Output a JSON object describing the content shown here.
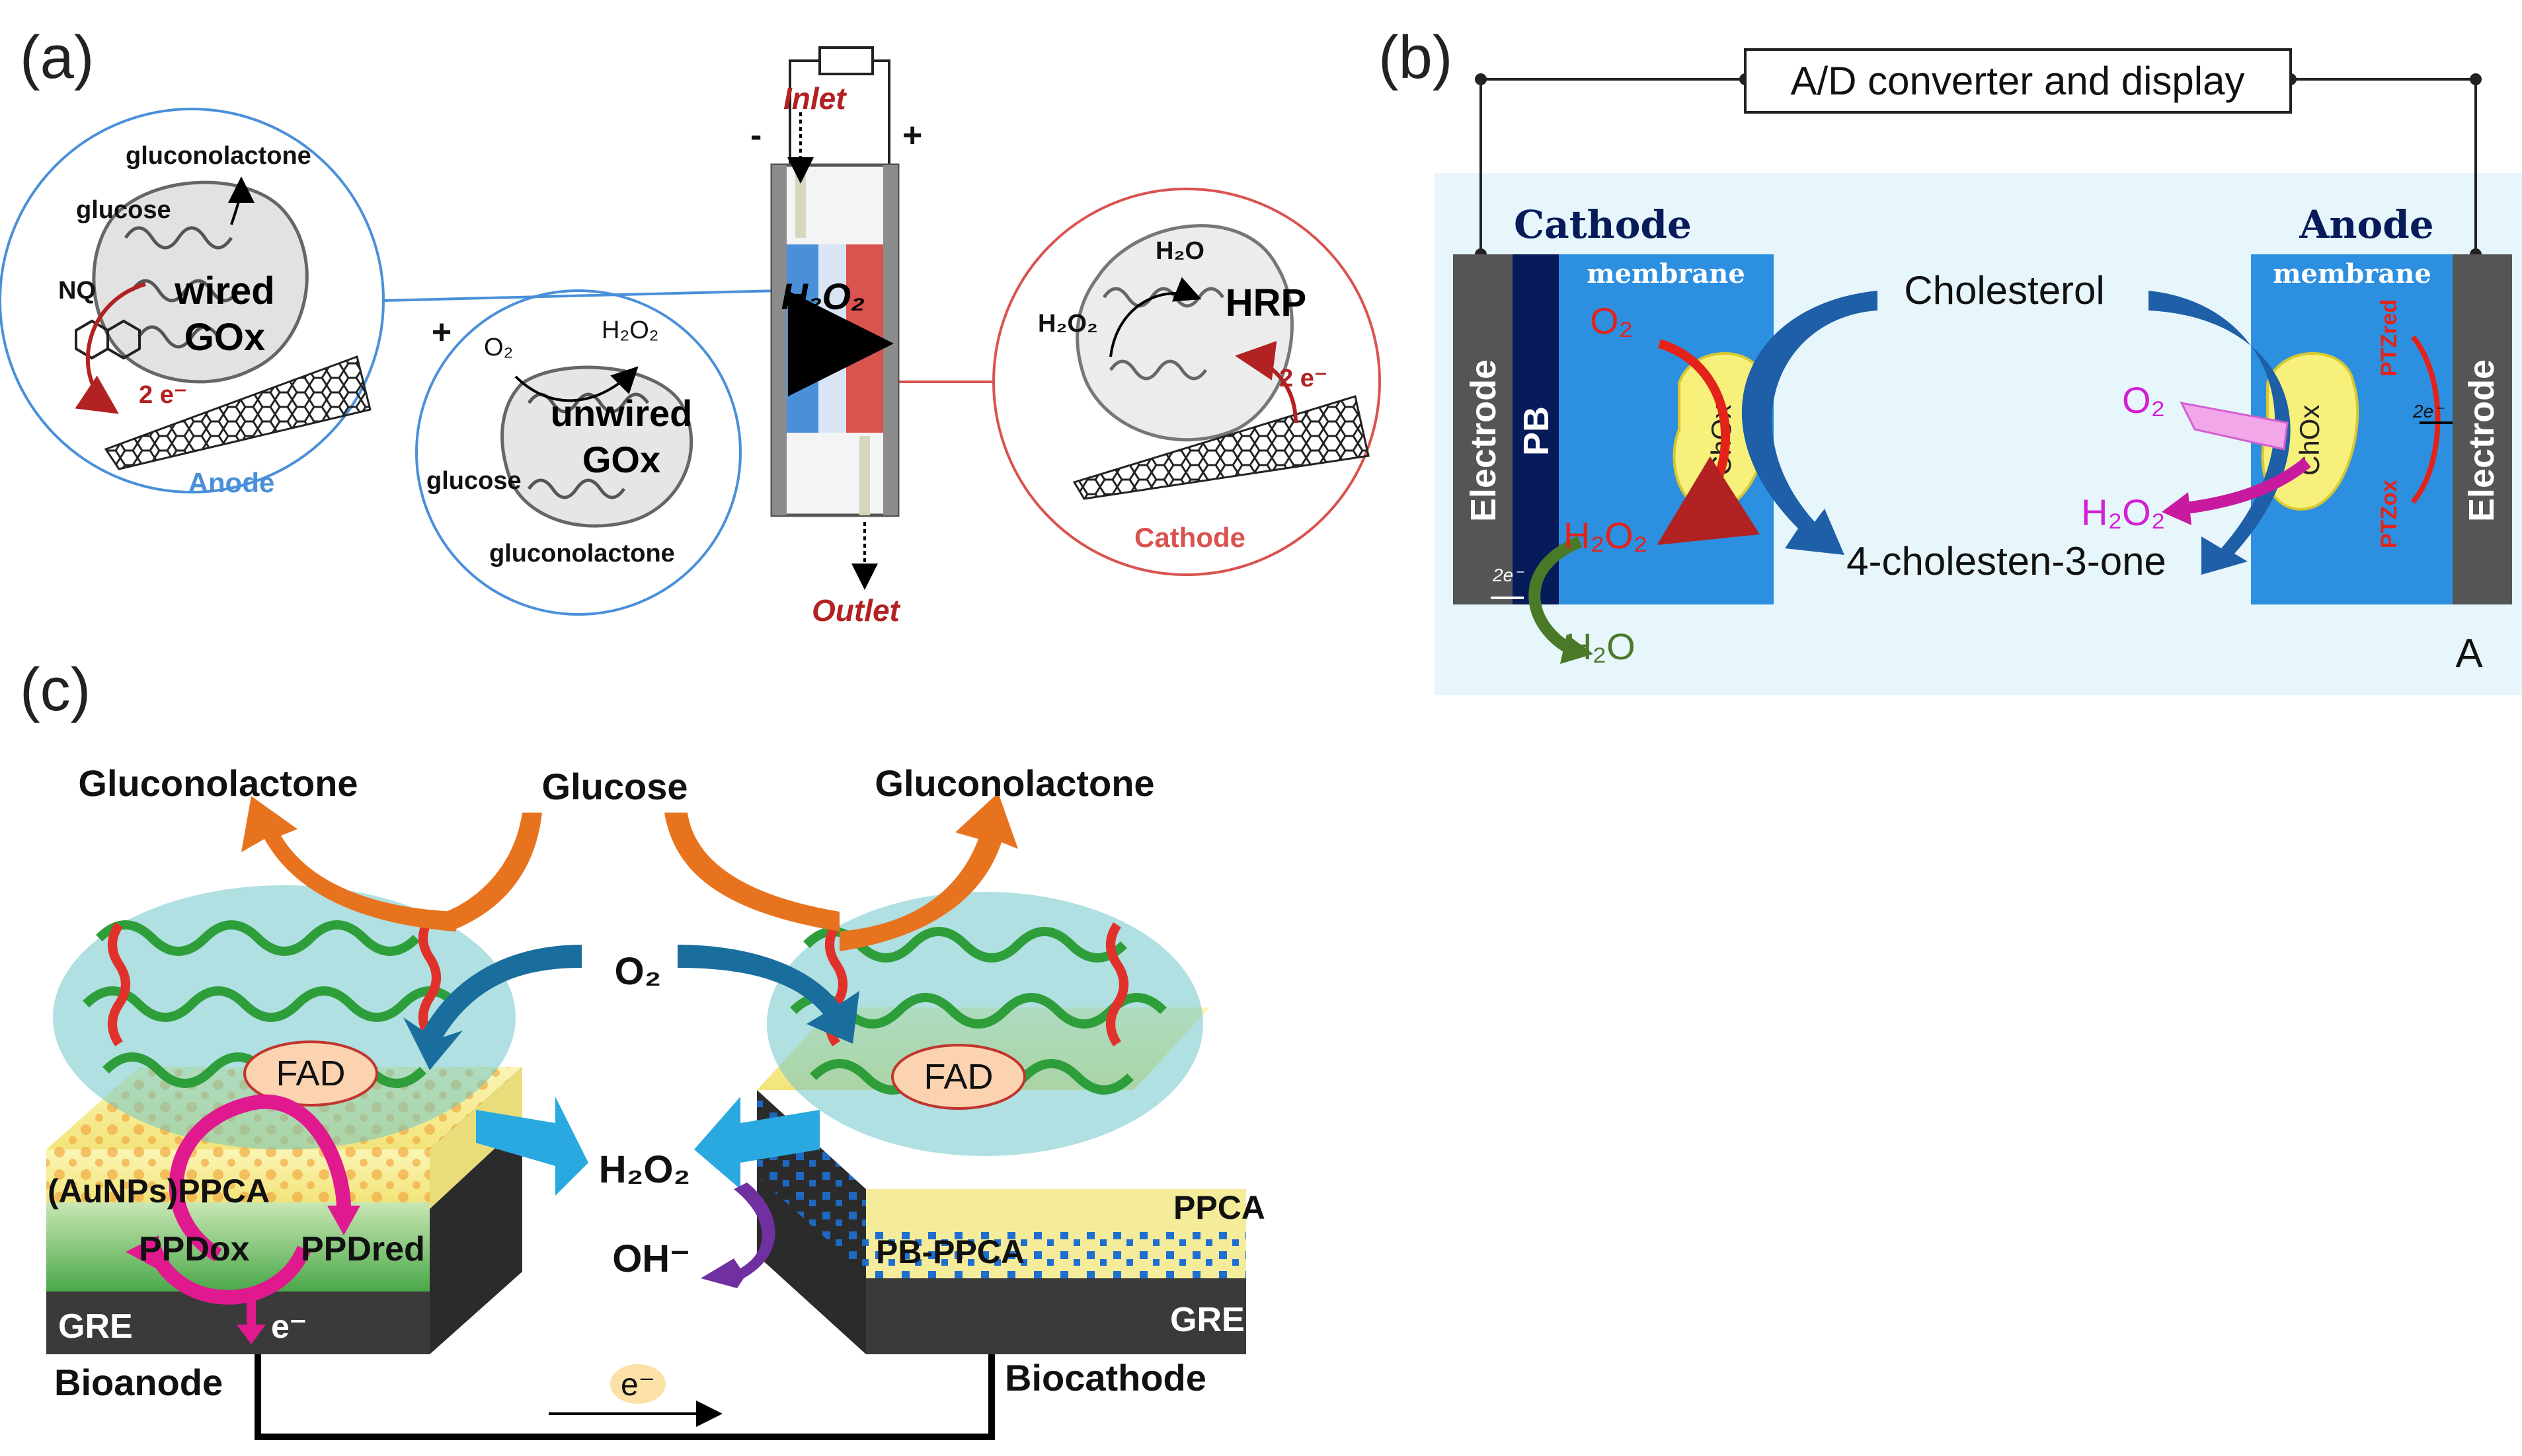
{
  "panels": {
    "a": {
      "label": "(a)",
      "anode": {
        "caption": "Anode",
        "wired_line1": "wired",
        "wired_line2": "GOx",
        "gluconolactone": "gluconolactone",
        "glucose": "glucose",
        "nq": "NQ",
        "electrons": "2 e⁻"
      },
      "plus": "+",
      "unwired": {
        "line1": "unwired",
        "line2": "GOx",
        "o2": "O₂",
        "h2o2": "H₂O₂",
        "glucose": "glucose",
        "gluconolactone": "gluconolactone"
      },
      "cell": {
        "minus": "-",
        "plus": "+",
        "inlet": "Inlet",
        "outlet": "Outlet",
        "h2o2": "H₂O₂"
      },
      "cathode": {
        "caption": "Cathode",
        "hrp": "HRP",
        "h2o": "H₂O",
        "h2o2": "H₂O₂",
        "electrons": "2 e⁻"
      }
    },
    "b": {
      "label": "(b)",
      "converter": "A/D converter and display",
      "cathode_title": "Cathode",
      "anode_title": "Anode",
      "membrane_left": "membrane",
      "membrane_right": "membrane",
      "electrode_left": "Electrode",
      "electrode_right": "Electrode",
      "pb": "PB",
      "cholesterol": "Cholesterol",
      "product": "4-cholesten-3-one",
      "o2_left": "O₂",
      "h2o2_left": "H₂O₂",
      "h2o": "H₂O",
      "chox_left": "ChOx",
      "chox_right": "ChOx",
      "o2_right": "O₂",
      "h2o2_right": "H₂O₂",
      "ptz_red": "PTZred",
      "ptz_ox": "PTZox",
      "e_left": "2e⁻",
      "e_right": "2e⁻",
      "corner": "A"
    },
    "c": {
      "label": "(c)",
      "gluconolactone_left": "Gluconolactone",
      "glucose": "Glucose",
      "gluconolactone_right": "Gluconolactone",
      "o2": "O₂",
      "h2o2": "H₂O₂",
      "oh": "OH⁻",
      "fad_left": "FAD",
      "fad_right": "FAD",
      "aunps": "(AuNPs)PPCA",
      "ppd_ox": "PPDox",
      "ppd_red": "PPDred",
      "e_anode": "e⁻",
      "gre_left": "GRE",
      "gre_right": "GRE",
      "ppca": "PPCA",
      "pb_ppca": "PB-PPCA",
      "bioanode": "Bioanode",
      "biocathode": "Biocathode",
      "e_wire": "e⁻"
    }
  },
  "colors": {
    "anode_blue": "#4a90d9",
    "cathode_red": "#d9534f",
    "dark_red": "#b22222",
    "membrane_blue": "#2d8fe0",
    "orange_arrow": "#e8731e",
    "teal_arrow": "#1a6e9e",
    "cyan_arrow": "#29a9e0",
    "magenta_arrow": "#e0198f",
    "purple_arrow": "#7030a0"
  }
}
